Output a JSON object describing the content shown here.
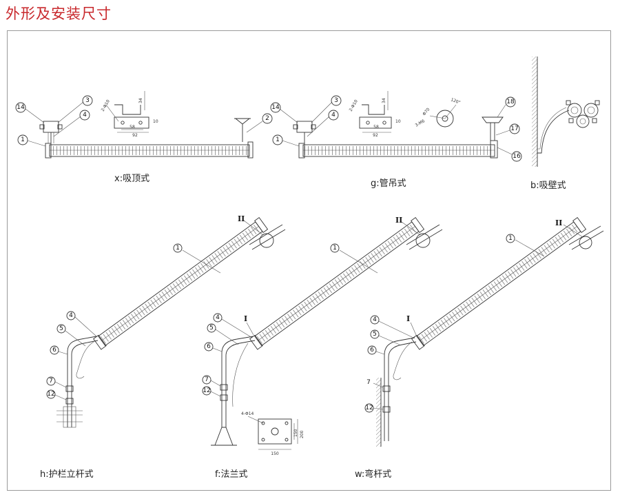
{
  "page_title": "外形及安装尺寸",
  "views": {
    "x": "x:吸顶式",
    "g": "g:管吊式",
    "b": "b:吸壁式",
    "h": "h:护栏立杆式",
    "f": "f:法兰式",
    "w": "w:弯杆式"
  },
  "callouts": {
    "c1": "1",
    "c2": "2",
    "c3": "3",
    "c4": "4",
    "c5": "5",
    "c6": "6",
    "c7": "7",
    "c12": "12",
    "c14": "14",
    "c16": "16",
    "c17": "17",
    "c18": "18",
    "roman1": "I",
    "roman2": "II"
  },
  "dims": {
    "bracket_hole": "2-Φ10",
    "bracket_w1": "58",
    "bracket_w2": "92",
    "bracket_h": "34",
    "bracket_side": "10",
    "flange_dia": "Φ70",
    "flange_holes": "3-M6",
    "flange_angle": "120°",
    "base_holes": "4-Φ14",
    "base_w": "150",
    "base_h1": "150",
    "base_h2": "200"
  },
  "colors": {
    "title": "#c8282c",
    "line": "#333333",
    "frame": "#9a9a9a"
  }
}
